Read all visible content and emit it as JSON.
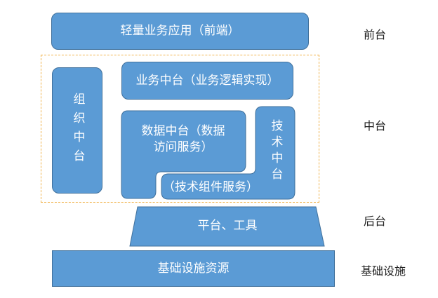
{
  "diagram": {
    "frontend_block": "轻量业务应用（前端）",
    "middle": {
      "organization_block": "组织中台",
      "business_block": "业务中台（业务逻辑实现）",
      "data_block_line1": "数据中台（数据",
      "data_block_line2": "访问服务）",
      "tech_block": "技术中台",
      "tech_components": "（技术组件服务）"
    },
    "platform_block": "平台、工具",
    "infrastructure_block": "基础设施资源"
  },
  "layers": {
    "front": "前台",
    "middle": "中台",
    "back": "后台",
    "infra": "基础设施"
  },
  "colors": {
    "block_fill": "#5B9BD5",
    "block_border": "#41719C",
    "dashed_border": "#F0B24A"
  }
}
